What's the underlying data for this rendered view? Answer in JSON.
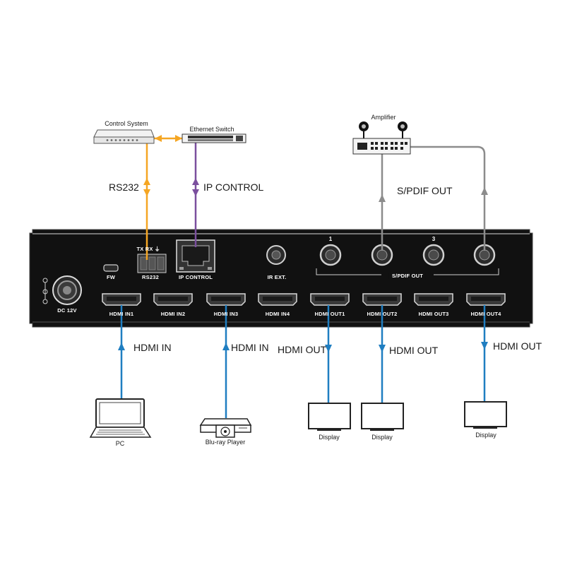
{
  "devices": {
    "control_system": "Control System",
    "ethernet_switch": "Ethernet Switch",
    "amplifier": "Amplifier",
    "pc": "PC",
    "bluray": "Blu-ray Player",
    "display_1": "Display",
    "display_2": "Display",
    "display_3": "Display"
  },
  "connections": {
    "rs232": "RS232",
    "ip_control": "IP CONTROL",
    "spdif_out": "S/PDIF OUT",
    "hdmi_in_1": "HDMI IN",
    "hdmi_in_3": "HDMI IN",
    "hdmi_out_1": "HDMI OUT",
    "hdmi_out_2": "HDMI OUT",
    "hdmi_out_4": "HDMI OUT"
  },
  "panel": {
    "rs232_pins": "TX RX ⏚",
    "fw": "FW",
    "rs232": "RS232",
    "ip_control": "IP CONTROL",
    "ir_ext": "IR EXT.",
    "spdif_1": "1",
    "spdif_3": "3",
    "spdif_out": "S/PDIF OUT",
    "dc": "DC 12V",
    "ports": [
      "HDMI IN1",
      "HDMI IN2",
      "HDMI IN3",
      "HDMI IN4",
      "HDMI OUT1",
      "HDMI OUT2",
      "HDMI OUT3",
      "HDMI OUT4"
    ]
  },
  "colors": {
    "rs232_line": "#f5a623",
    "ip_line": "#7b4f9e",
    "spdif_line": "#8c8c8c",
    "hdmi_line": "#1f7ec1",
    "panel": "#111111"
  }
}
